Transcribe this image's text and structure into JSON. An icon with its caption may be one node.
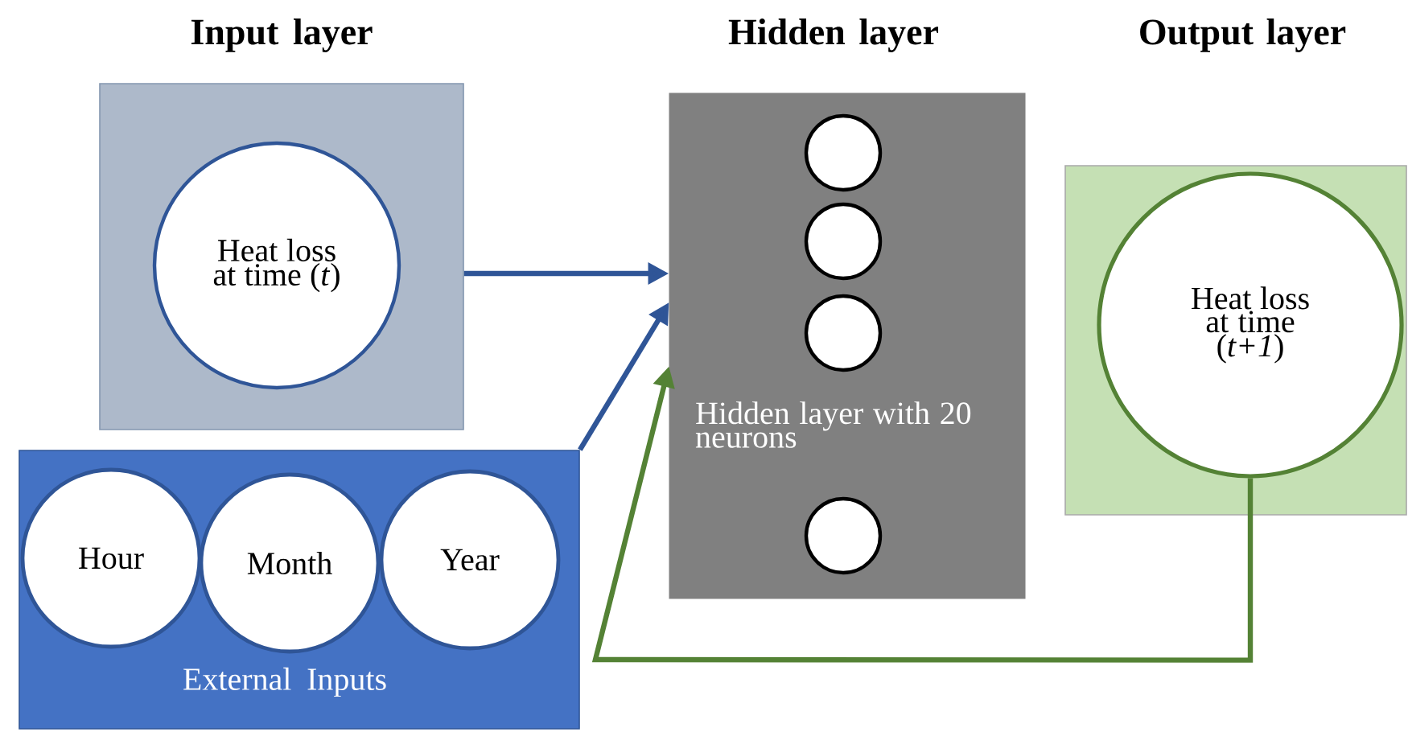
{
  "diagram": {
    "nodes": [
      {
        "text": [
          "Input layer"
        ]
      },
      {
        "text": [
          "Heat loss at time (*t*)"
        ],
        "in": 0
      },
      {
        "text": [
          "Hidden layer",
          "Hidden layer with 20 neurons"
        ]
      },
      {
        "text": [],
        "shape": "circle",
        "in": 2
      },
      {
        "text": [],
        "shape": "circle",
        "in": 2
      },
      {
        "text": [],
        "shape": "circle",
        "in": 2
      },
      {
        "text": [],
        "shape": "circle",
        "in": 2
      },
      {
        "text": [
          "Output layer"
        ]
      },
      {
        "text": [
          "Heat loss at time (*t+1*)"
        ],
        "in": 7
      },
      {
        "text": [
          "External Inputs"
        ]
      },
      {
        "text": [
          "Hour"
        ],
        "in": 9
      },
      {
        "text": [
          "Month"
        ],
        "in": 9
      },
      {
        "text": [
          "Year"
        ],
        "in": 9
      }
    ],
    "edges": [
      {
        "from": 0,
        "to": 2,
        "arrow": "to"
      },
      {
        "from": 9,
        "to": 2,
        "arrow": "to"
      },
      {
        "from": 8,
        "to": 2,
        "arrow": "to",
        "color": "#548235"
      }
    ]
  }
}
